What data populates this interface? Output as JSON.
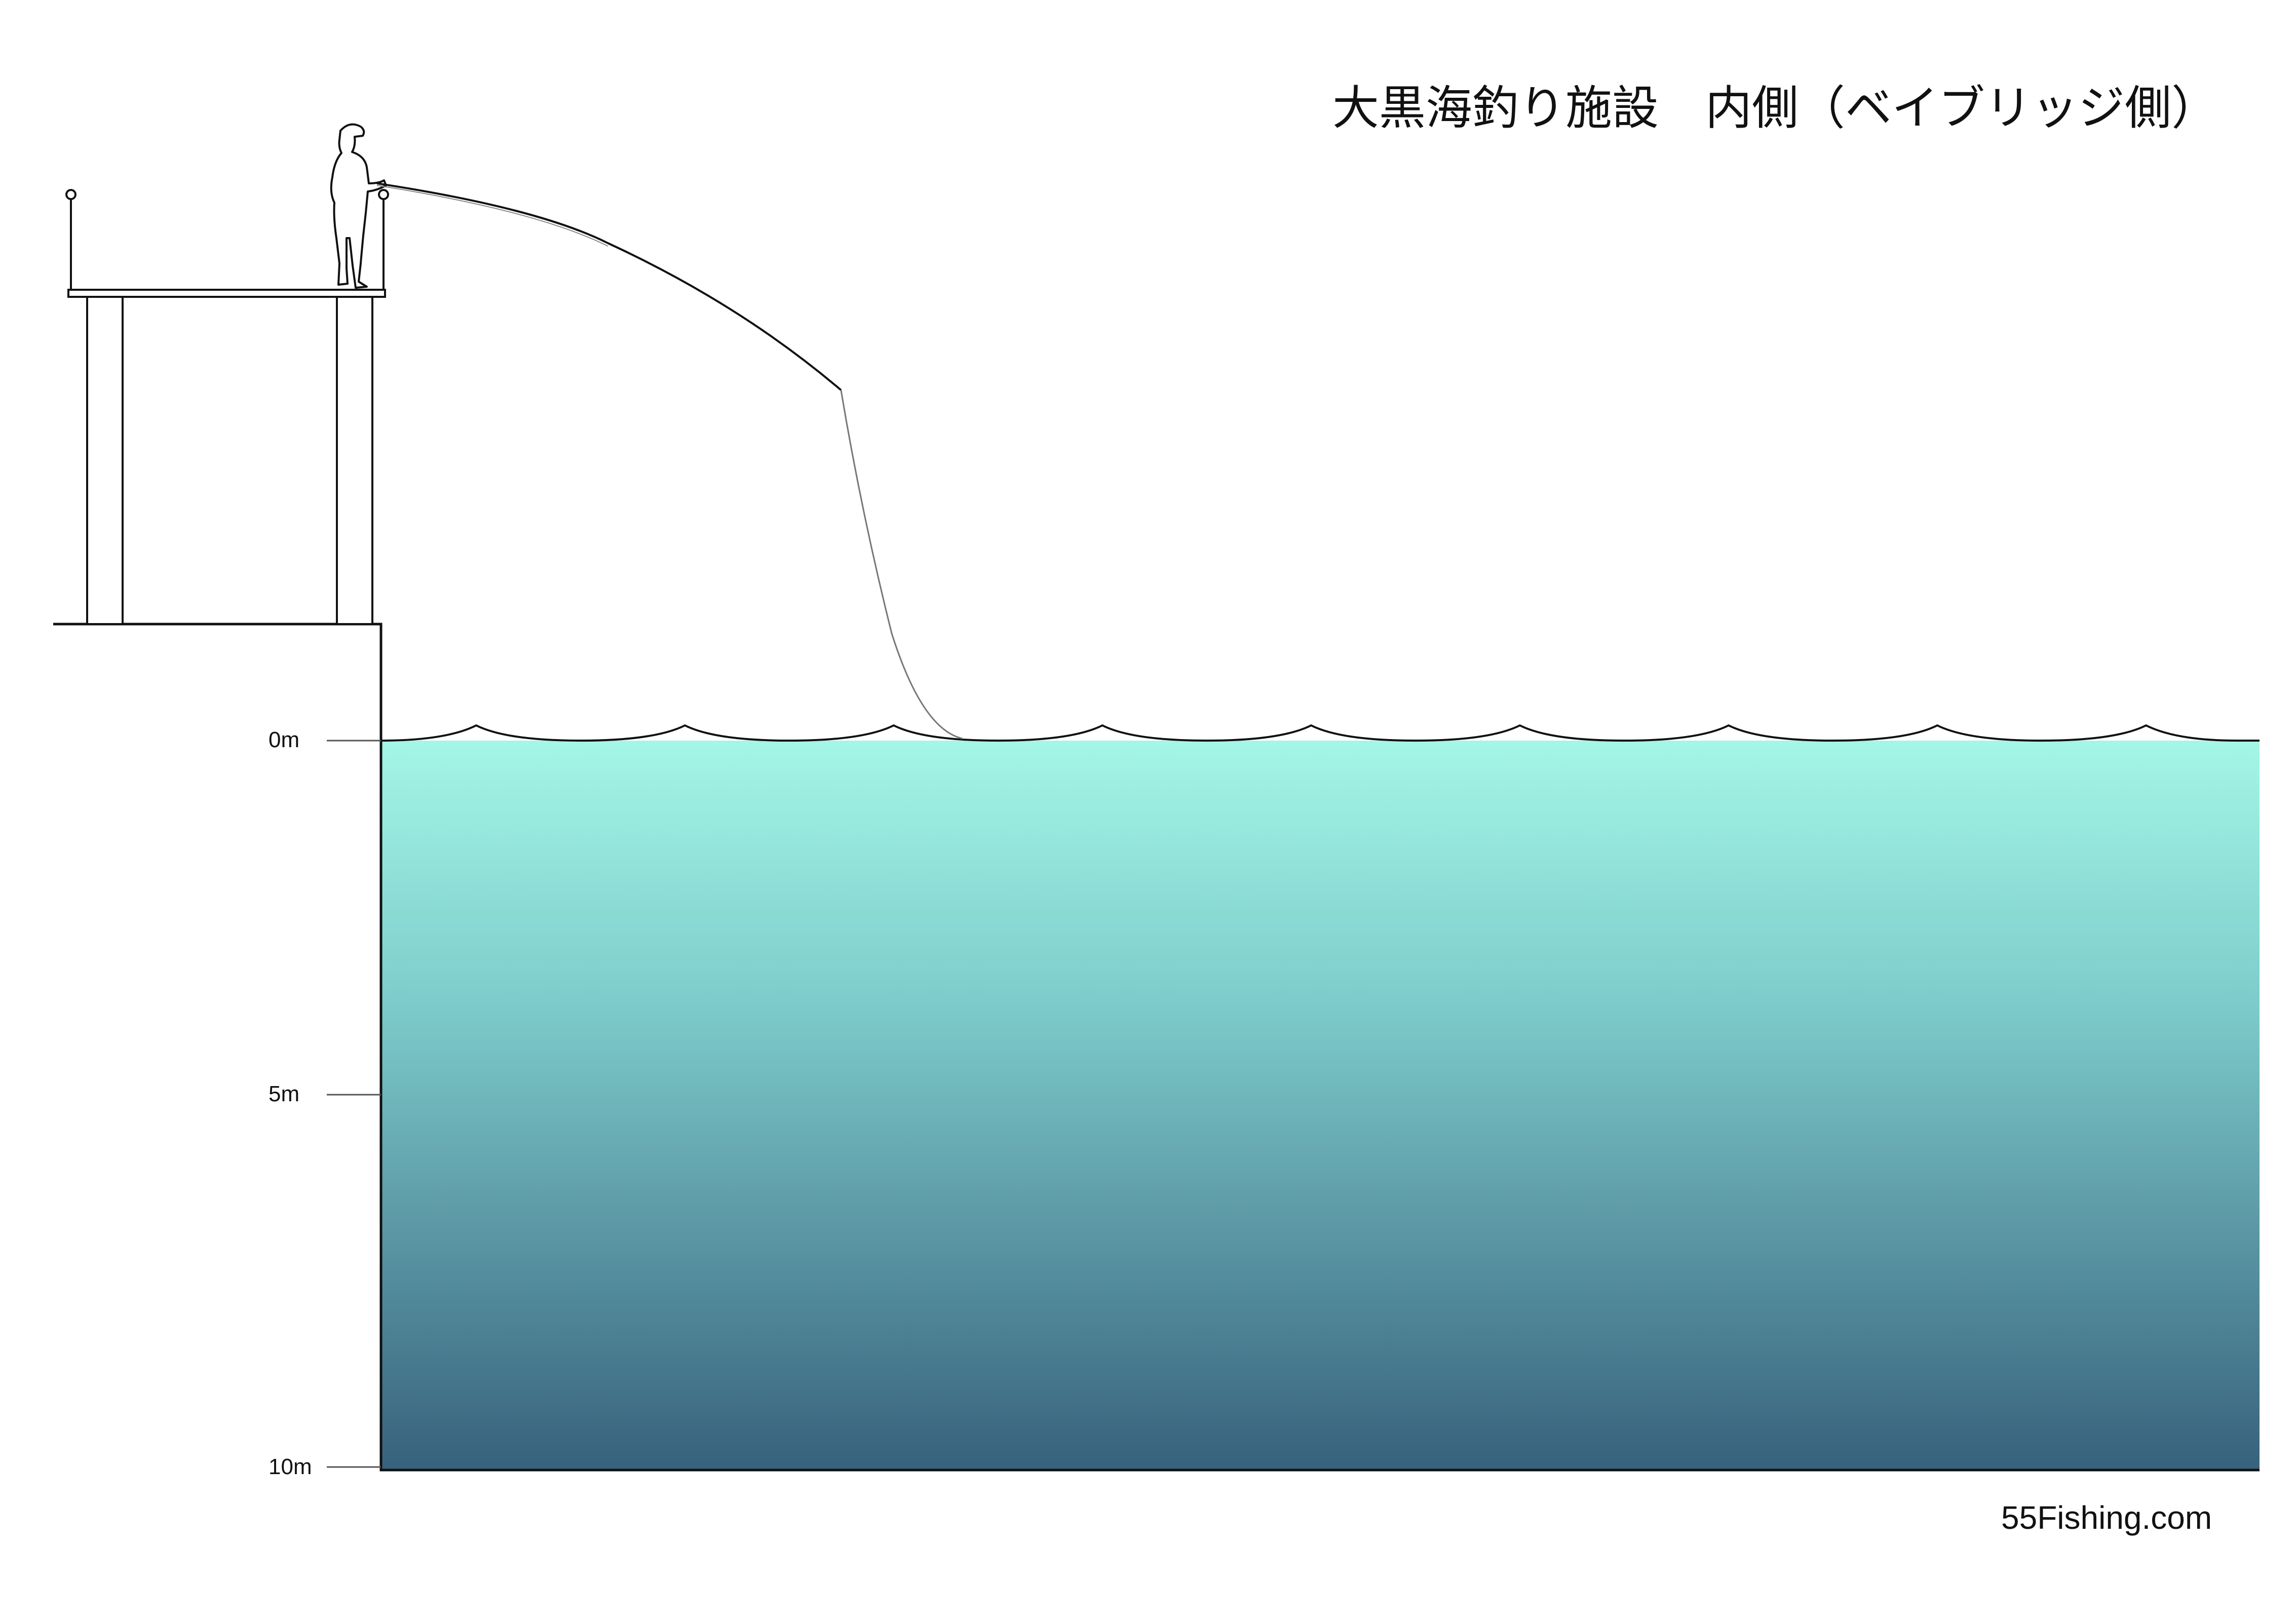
{
  "title": "大黒海釣り施設　内側（ベイブリッジ側）",
  "depth_labels": [
    "0m",
    "5m",
    "10m"
  ],
  "brand": "55Fishing.com",
  "colors": {
    "water_top": "#a4f6e6",
    "water_mid": "#7ecdcc",
    "water_bottom": "#37617c",
    "line": "#111111"
  },
  "icons": [
    "angler-silhouette-icon",
    "fishing-rod-icon",
    "railing-post-icon"
  ]
}
